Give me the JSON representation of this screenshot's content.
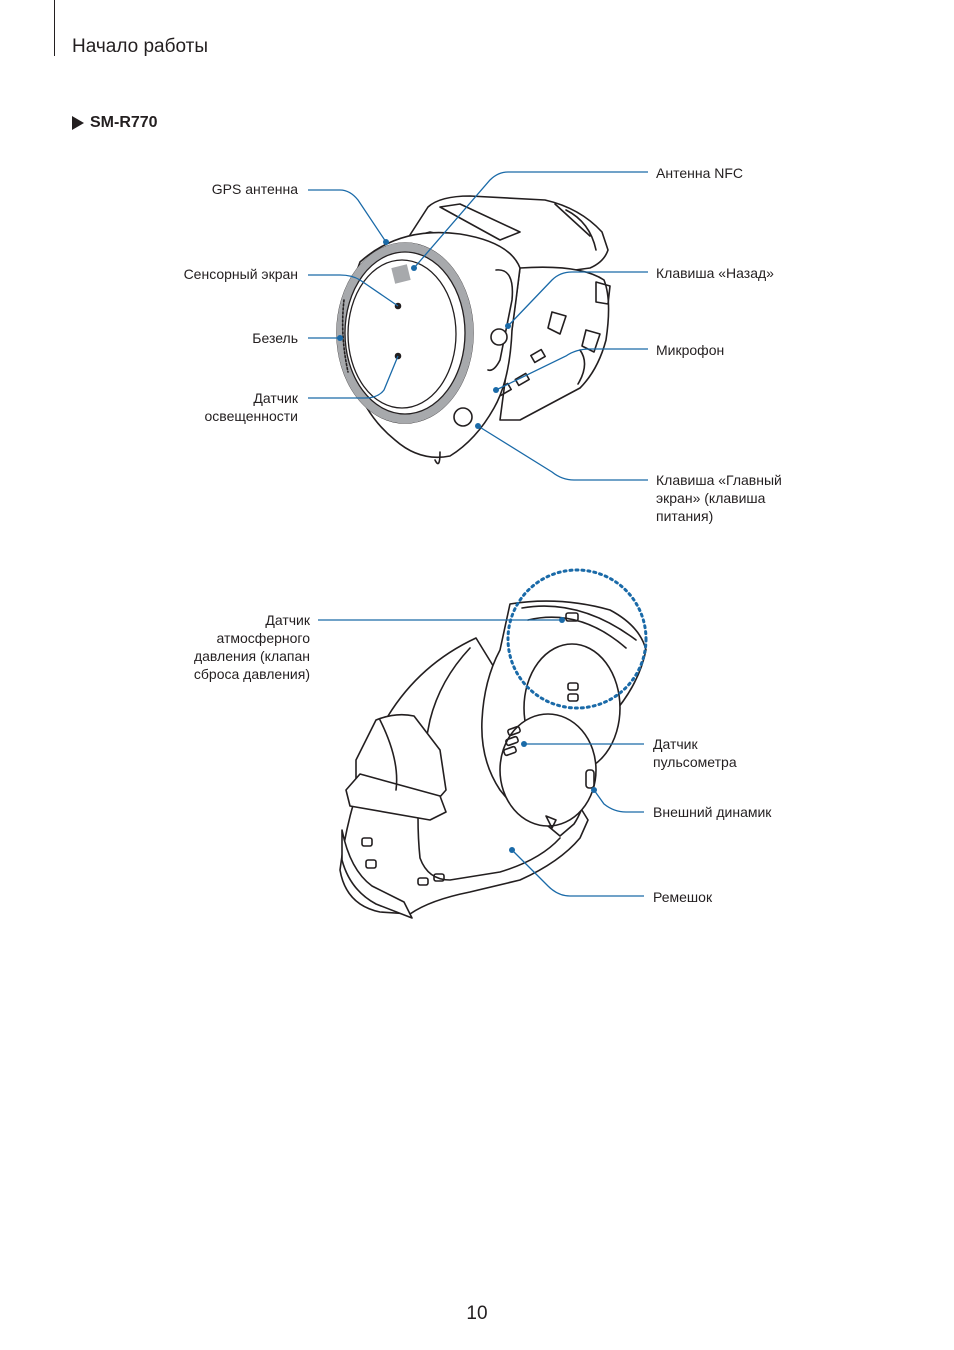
{
  "header": {
    "section_title": "Начало работы"
  },
  "model": {
    "name": "SM-R770",
    "icon": "triangle-right-icon"
  },
  "front_view": {
    "labels": {
      "gps_antenna": "GPS антенна",
      "touch_screen": "Сенсорный экран",
      "bezel": "Безель",
      "light_sensor": "Датчик\nосвещенности",
      "nfc_antenna": "Антенна NFC",
      "back_key": "Клавиша «Назад»",
      "microphone": "Микрофон",
      "home_key": "Клавиша «Главный\nэкран» (клавиша\nпитания)"
    }
  },
  "back_view": {
    "labels": {
      "pressure_sensor": "Датчик\nатмосферного\nдавления (клапан\nсброса давления)",
      "heart_rate_sensor": "Датчик\nпульсометра",
      "speaker": "Внешний динамик",
      "strap": "Ремешок"
    }
  },
  "colors": {
    "callout": "#1a6aa8",
    "line_art": "#231f20",
    "bezel_gray": "#a7a9ac"
  },
  "footer": {
    "page_number": "10"
  }
}
